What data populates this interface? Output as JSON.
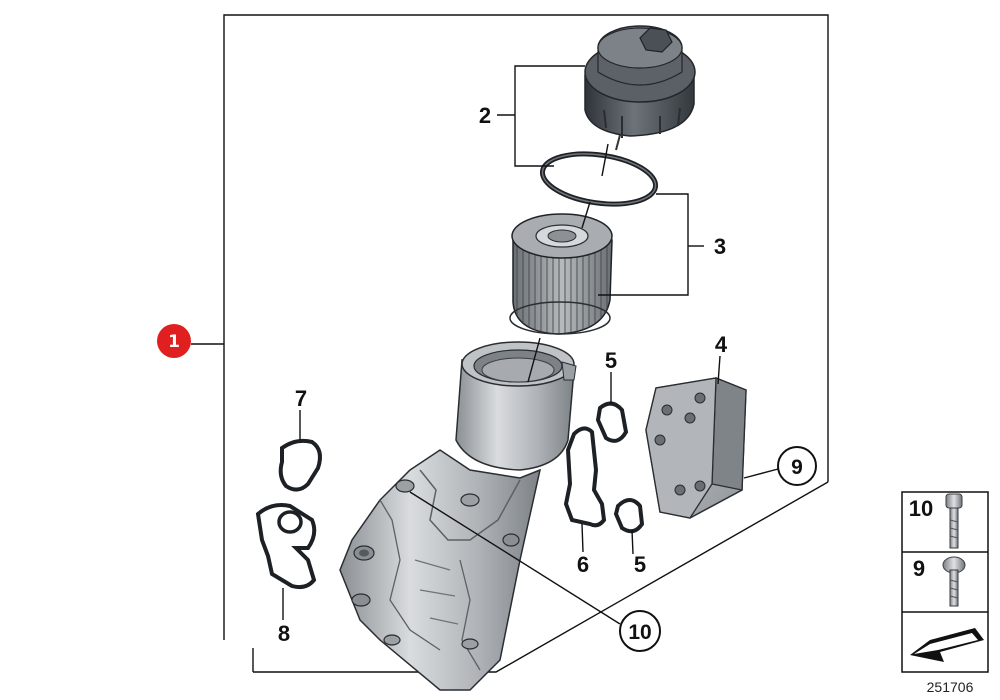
{
  "assembly_marker": "1",
  "callouts": {
    "c2": "2",
    "c3": "3",
    "c4": "4",
    "c5a": "5",
    "c5b": "5",
    "c6": "6",
    "c7": "7",
    "c8": "8",
    "c9": "9",
    "c10": "10"
  },
  "legend": {
    "row1": "10",
    "row2": "9"
  },
  "diagram_number": "251706",
  "colors": {
    "marker_red": "#e02020",
    "metal_light": "#c9ccce",
    "metal_mid": "#9da2a6",
    "metal_dark": "#5e6368",
    "cap_dark": "#4a4f55"
  }
}
